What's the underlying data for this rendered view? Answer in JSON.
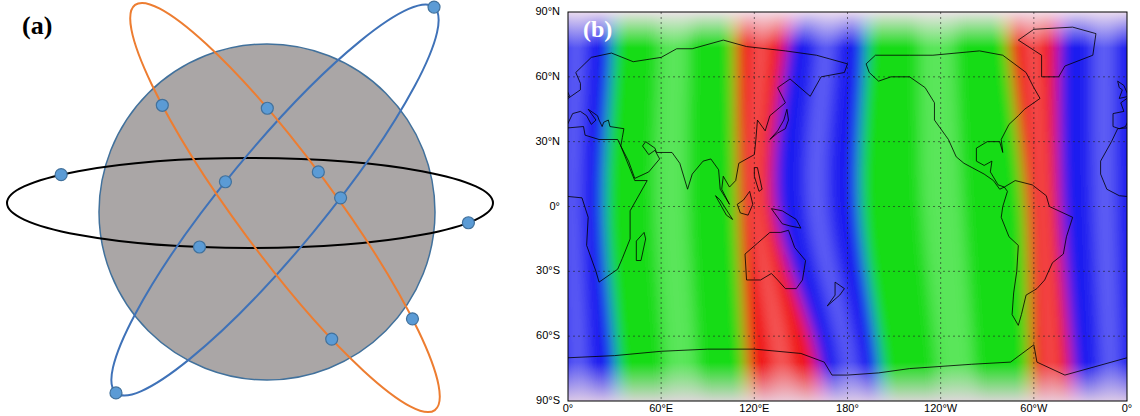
{
  "diagram": {
    "labels": [
      "(a)",
      "(b)",
      "90°N",
      "60°N",
      "30°N",
      "0°",
      "30°S",
      "60°S",
      "90°S",
      "0°",
      "60°E",
      "120°E",
      "180°",
      "120°W",
      "60°W",
      "0°"
    ]
  }
}
